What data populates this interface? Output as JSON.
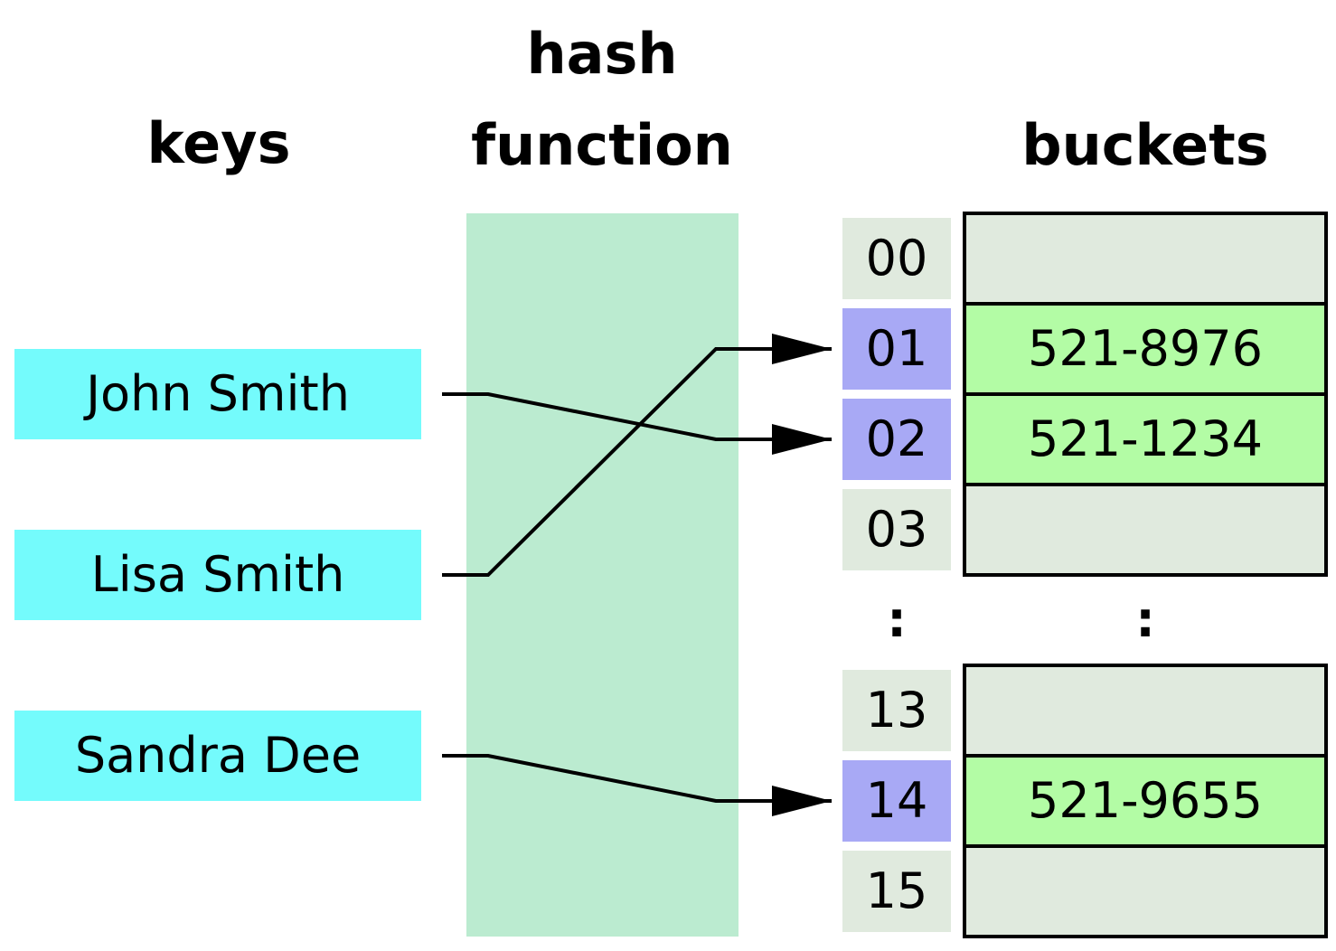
{
  "headings": {
    "keys": "keys",
    "hash_line1": "hash",
    "hash_line2": "function",
    "buckets": "buckets"
  },
  "keys": [
    "John Smith",
    "Lisa Smith",
    "Sandra Dee"
  ],
  "indices": [
    "00",
    "01",
    "02",
    "03",
    "13",
    "14",
    "15"
  ],
  "ellipsis": ":",
  "buckets_top": [
    "",
    "521-8976",
    "521-1234",
    ""
  ],
  "buckets_bottom": [
    "",
    "521-9655",
    ""
  ],
  "mappings": [
    {
      "key": "John Smith",
      "index": "02"
    },
    {
      "key": "Lisa Smith",
      "index": "01"
    },
    {
      "key": "Sandra Dee",
      "index": "14"
    }
  ],
  "colors": {
    "key_box": "#74FBFC",
    "hash_band": "#BBEBD0",
    "index_plain": "#E0EADE",
    "index_highlight": "#A8A9F5",
    "bucket_empty": "#E0EADE",
    "bucket_filled": "#B3FCA5",
    "line": "#000000"
  }
}
